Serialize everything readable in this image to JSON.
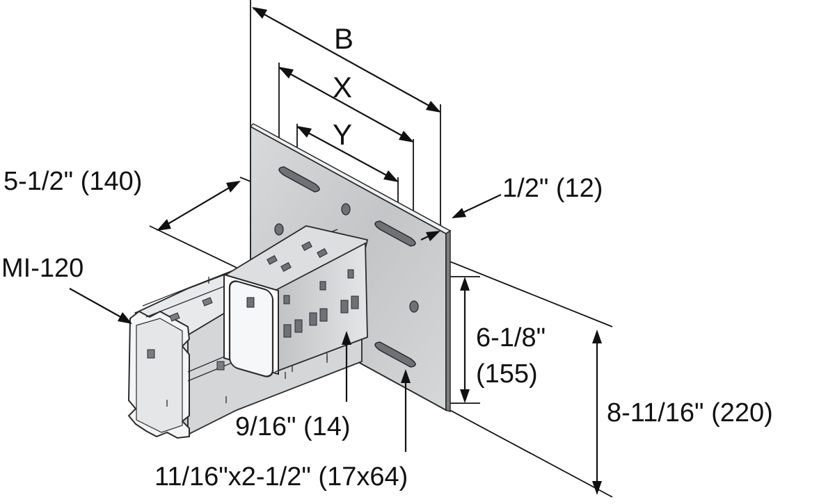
{
  "labels": {
    "B": "B",
    "X": "X",
    "Y": "Y",
    "depth": "5-1/2\" (140)",
    "profile": "MI-120",
    "thickness": "1/2\" (12)",
    "height_inner_1": "6-1/8\"",
    "height_inner_2": "(155)",
    "height_outer": "8-11/16\" (220)",
    "hole": "9/16\" (14)",
    "slot": "11/16\"x2-1/2\" (17x64)"
  },
  "colors": {
    "ink": "#111111",
    "plate_face": "#c9cacb",
    "plate_edge": "#8e9092",
    "channel_light": "#e6e7e8",
    "channel_mid": "#c4c6c8",
    "channel_dark": "#9da0a3"
  }
}
